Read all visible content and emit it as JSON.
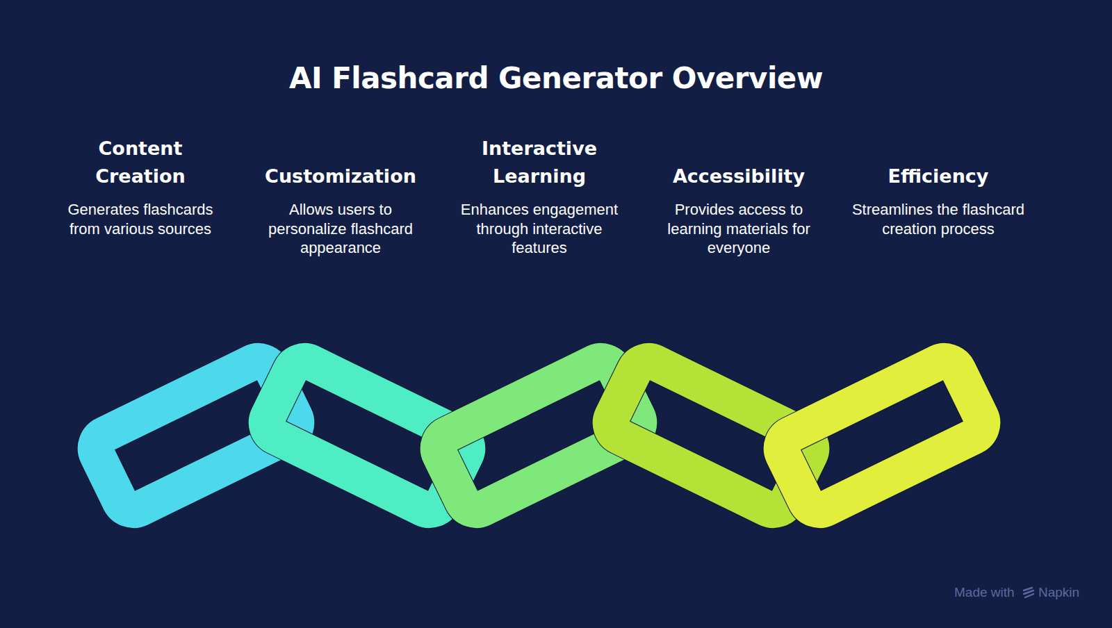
{
  "diagram": {
    "title": "AI Flashcard Generator Overview",
    "nodes": [
      {
        "text": [
          "Content Creation",
          "Generates flashcards from various sources"
        ]
      },
      {
        "text": [
          "Customization",
          "Allows users to personalize flashcard appearance"
        ]
      },
      {
        "text": [
          "Interactive Learning",
          "Enhances engagement through interactive features"
        ]
      },
      {
        "text": [
          "Accessibility",
          "Provides access to learning materials for everyone"
        ]
      },
      {
        "text": [
          "Efficiency",
          "Streamlines the flashcard creation process"
        ]
      }
    ],
    "labels": [
      "Made with",
      "Napkin"
    ]
  }
}
